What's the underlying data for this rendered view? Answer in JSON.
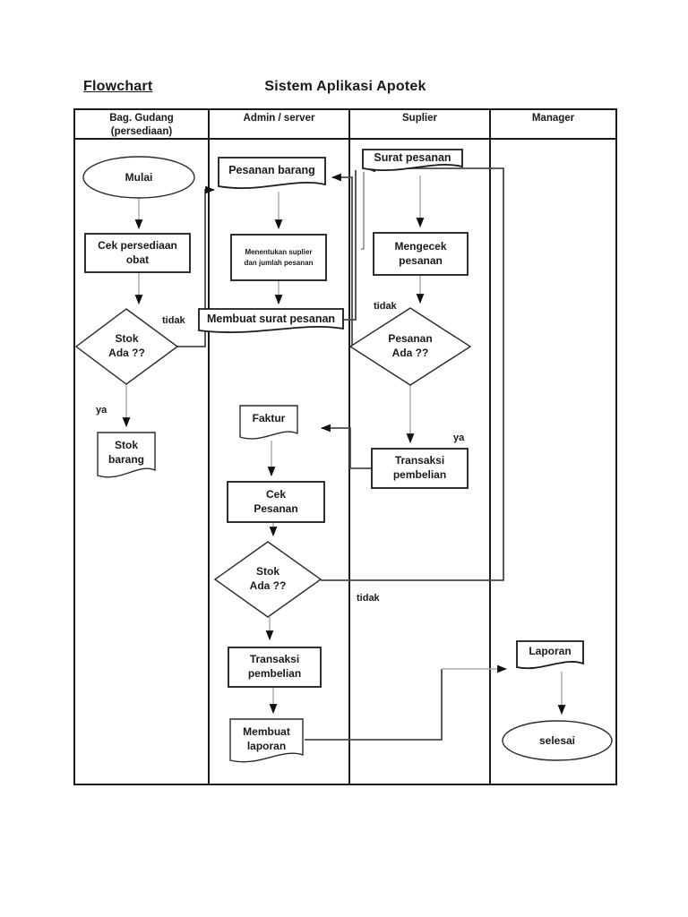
{
  "page": {
    "title": "Flowchart",
    "subtitle": "Sistem Aplikasi Apotek"
  },
  "lanes": [
    {
      "label": "Bag. Gudang (persediaan)"
    },
    {
      "label": "Admin / server"
    },
    {
      "label": "Suplier"
    },
    {
      "label": "Manager"
    }
  ],
  "nodes": {
    "mulai": "Mulai",
    "cek_persediaan": "Cek persediaan obat",
    "stok_ada_1": "Stok Ada ??",
    "stok_barang": "Stok barang",
    "pesanan_barang": "Pesanan barang",
    "menentukan_suplier": "Menentukan suplier dan jumlah pesanan",
    "membuat_surat_pesanan": "Membuat surat pesanan",
    "faktur": "Faktur",
    "cek_pesanan": "Cek Pesanan",
    "stok_ada_2": "Stok Ada ??",
    "transaksi_pembelian_admin": "Transaksi pembelian",
    "membuat_laporan": "Membuat laporan",
    "surat_pesanan": "Surat pesanan",
    "mengecek_pesanan": "Mengecek pesanan",
    "pesanan_ada": "Pesanan Ada ??",
    "transaksi_pembelian_suplier": "Transaksi pembelian",
    "laporan": "Laporan",
    "selesai": "selesai"
  },
  "branch_labels": {
    "stok1_tidak": "tidak",
    "stok1_ya": "ya",
    "pesanan_tidak": "tidak",
    "pesanan_ya": "ya",
    "stok2_tidak": "tidak"
  }
}
